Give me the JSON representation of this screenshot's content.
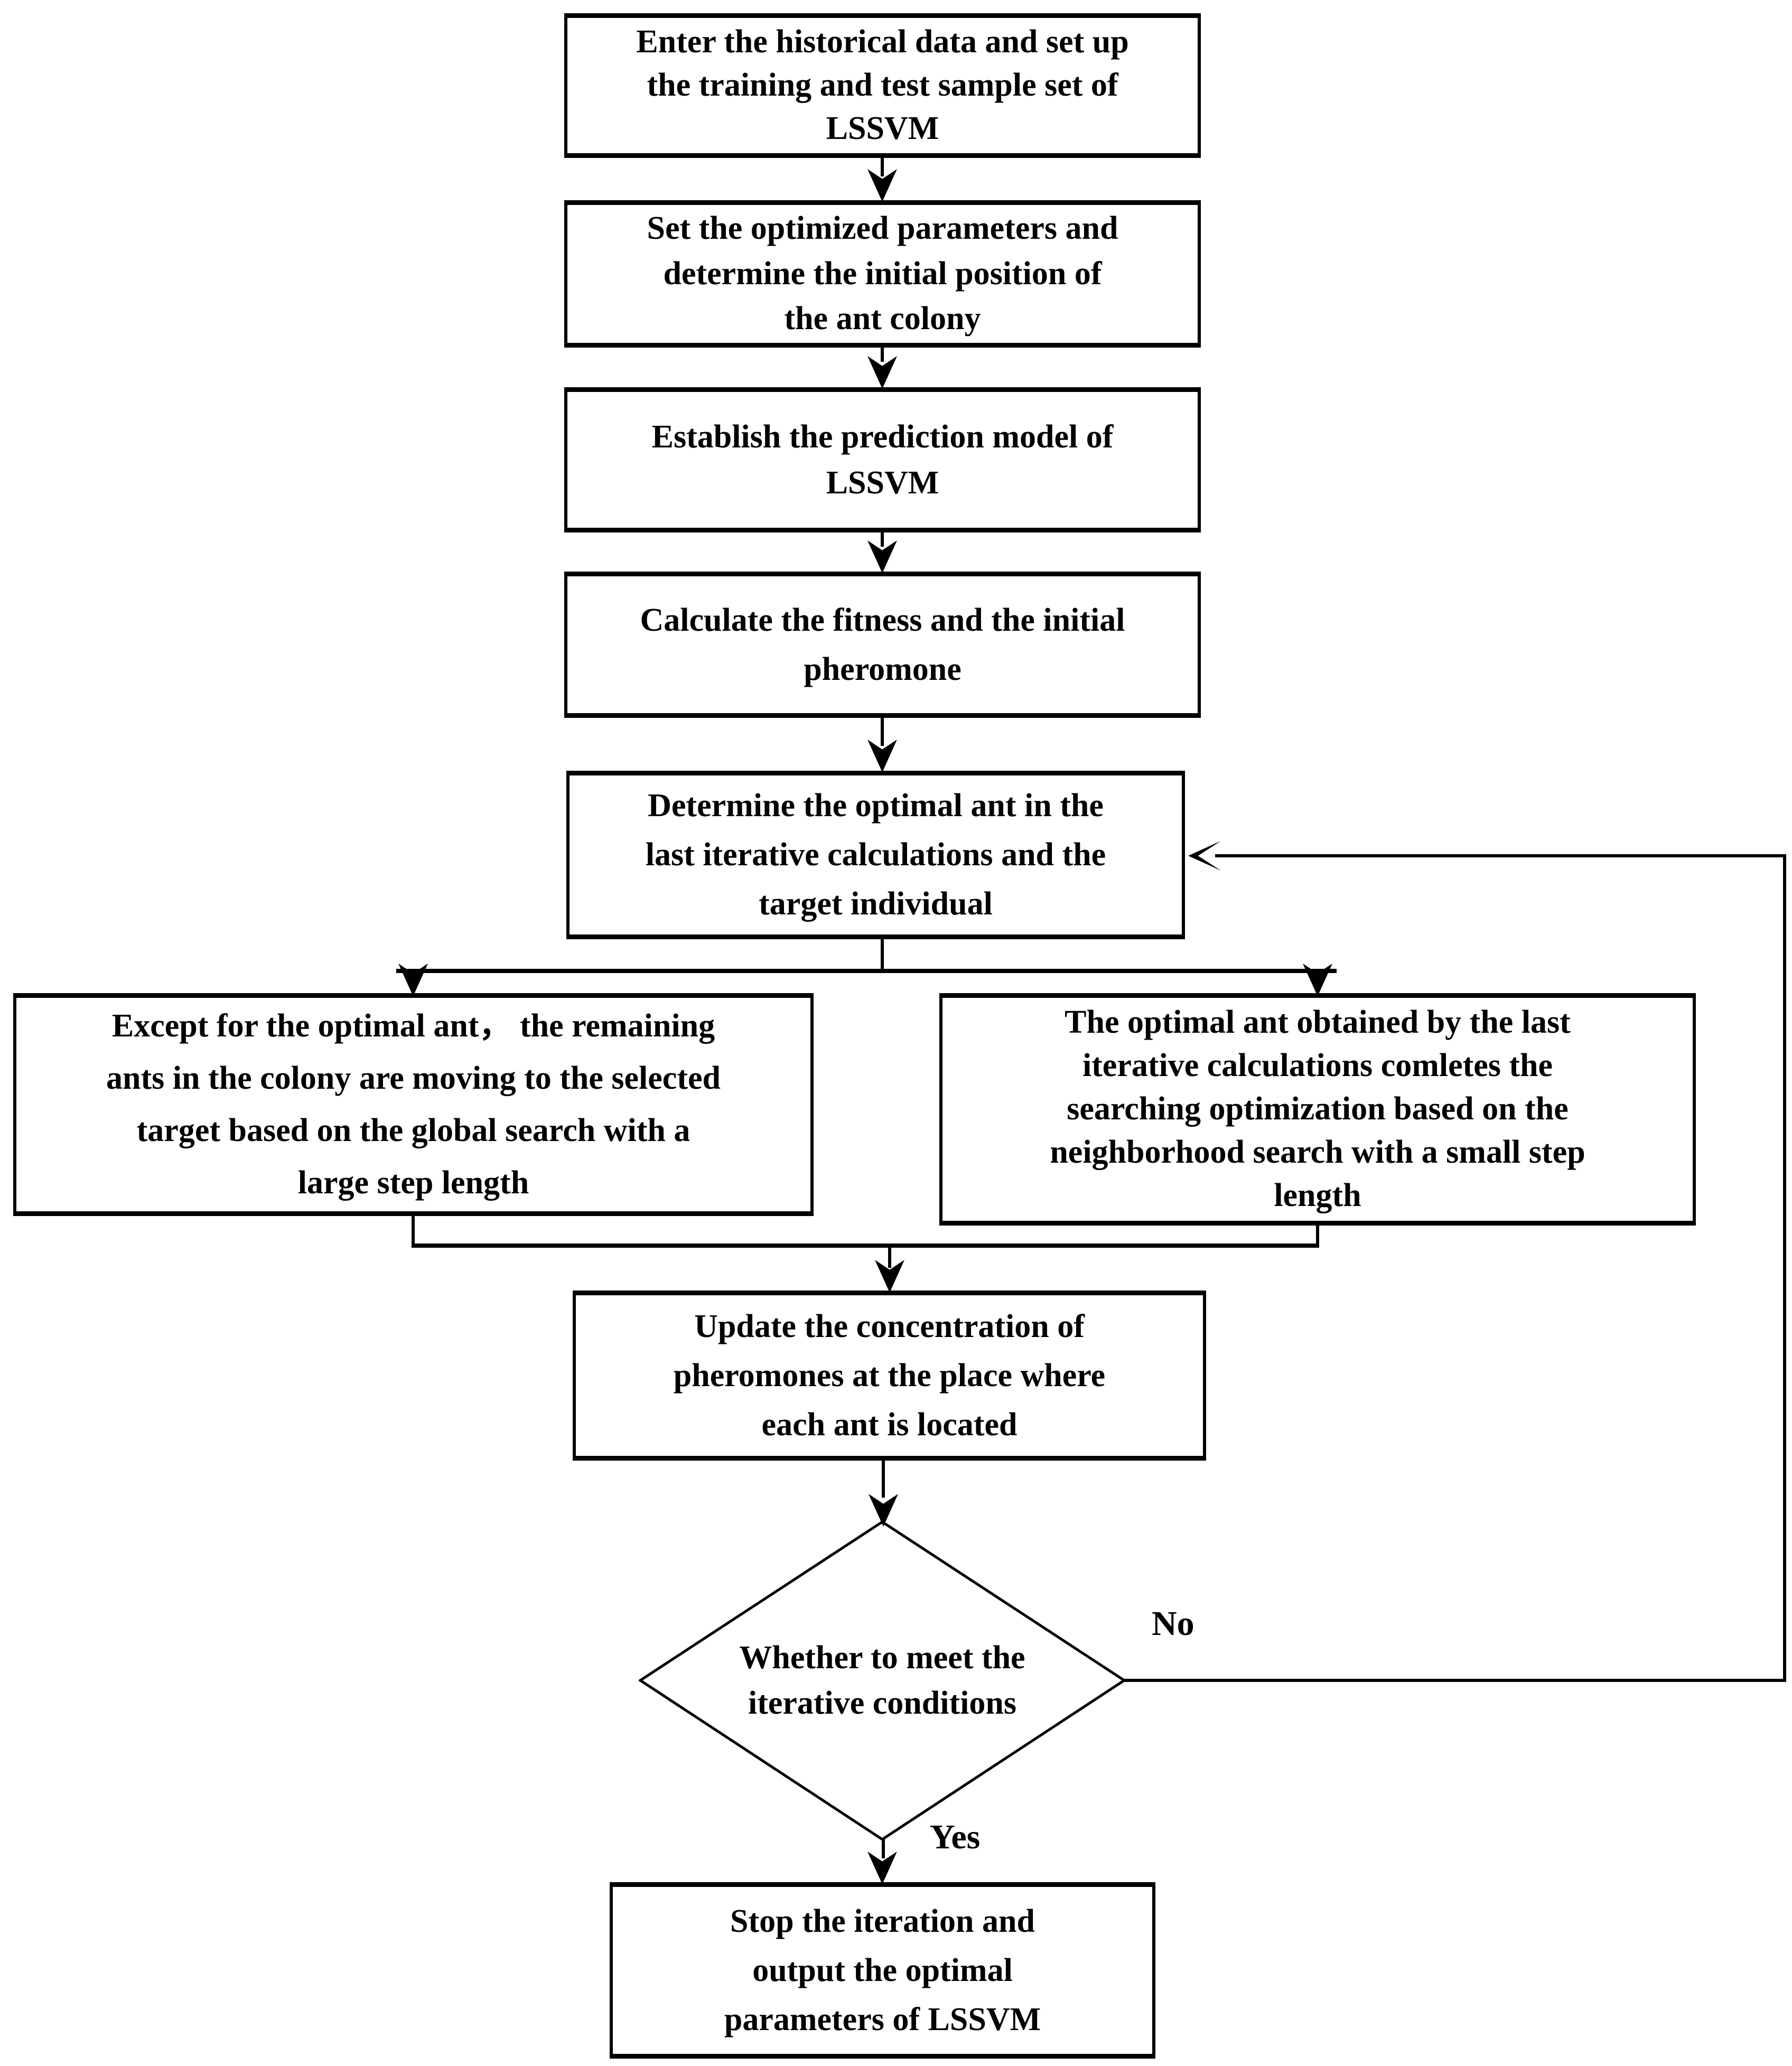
{
  "diagram": {
    "title": "ACO-LSSVM parameter optimization flowchart",
    "colors": {
      "background": "#ffffff",
      "line": "#000000",
      "text": "#000000"
    },
    "nodes": {
      "enter_data": {
        "label": "Enter the historical data and set up\nthe training and test sample set of\nLSSVM"
      },
      "set_params": {
        "label": "Set the optimized parameters and\ndetermine the initial position of\nthe ant colony"
      },
      "establish_model": {
        "label": "Establish the prediction model of\nLSSVM"
      },
      "calc_fitness": {
        "label": "Calculate the fitness and the initial\npheromone"
      },
      "determine_ant": {
        "label": "Determine the optimal ant in the\nlast iterative calculations and the\ntarget individual"
      },
      "global_search": {
        "label": "Except for the optimal ant， the remaining\nants in the colony are moving to the selected\ntarget based on the global search with a\nlarge step length"
      },
      "neighborhood_search": {
        "label": "The optimal ant obtained by the last\niterative calculations comletes the\nsearching optimization based on the\nneighborhood search with a small step\nlength"
      },
      "update_pheromone": {
        "label": "Update the concentration of\npheromones at the place where\neach ant is located"
      },
      "decision": {
        "label": "Whether to meet the\niterative conditions"
      },
      "stop_output": {
        "label": "Stop the iteration and\noutput the optimal\nparameters of LSSVM"
      }
    },
    "edges": {
      "no_label": "No",
      "yes_label": "Yes",
      "connections": [
        "enter_data -> set_params",
        "set_params -> establish_model",
        "establish_model -> calc_fitness",
        "calc_fitness -> determine_ant",
        "determine_ant -> global_search",
        "determine_ant -> neighborhood_search",
        "global_search -> update_pheromone",
        "neighborhood_search -> update_pheromone",
        "update_pheromone -> decision",
        "decision -No-> determine_ant",
        "decision -Yes-> stop_output"
      ]
    }
  }
}
